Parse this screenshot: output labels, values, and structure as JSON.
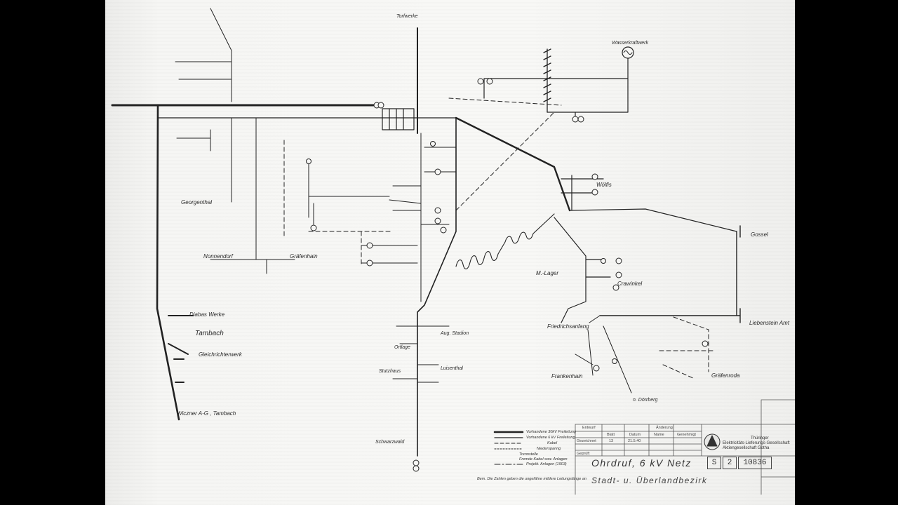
{
  "title": "Ohrdruf,   6 kV  Netz",
  "subtitle": "Stadt- u. Überlandbezirk",
  "drawing_number": {
    "prefix": "S",
    "series": "2",
    "number": "10836"
  },
  "company": {
    "line1": "Thüringer",
    "line2": "Elektricitäts-Lieferungs-Gesellschaft",
    "line3": "Aktiengesellschaft Gotha"
  },
  "title_block": {
    "entwurf": "Entwurf",
    "aenderung": "Änderung",
    "blatt": "Blatt",
    "datum": "Datum",
    "name": "Name",
    "genehmigt": "Genehmigt",
    "gezeichnet": "Gezeichnet",
    "gezeichnet_blatt": "13",
    "gezeichnet_datum": "21.5.40",
    "geprueft": "Geprüft"
  },
  "legend": {
    "line_30kv": "Vorhandene 30kV Freileitung",
    "line_6kv": "Vorhandene 6 kV Freileitung",
    "kabel": "Kabel",
    "niederspannung": "Niederspanng",
    "trennstelle": "Trennstelle",
    "fremde": "Fremde Kabel  sow. Anlagen",
    "projekt": "Projekt. Anlagen  (1903)"
  },
  "note": "Bem. Die Zahlen geben die ungefähre mittlere Leitungslänge an",
  "places": {
    "torfwerke": "Torfwerke",
    "wasserkraftwerk": "Wasserkraftwerk",
    "georgenthal": "Georgenthal",
    "nonnendorf": "Nonnendorf",
    "graefenhain": "Gräfenhain",
    "diabas_werke": "Diabas Werke",
    "tambach": "Tambach",
    "gleichrichterwerk": "Gleichrichterwerk",
    "wiczner": "Wiczner A-G , Tambach",
    "woelfis": "Wölfis",
    "gossel": "Gossel",
    "crawinkel": "Crawinkel",
    "m_lager": "M.-Lager",
    "friedrichsanfang": "Friedrichsanfang",
    "frankenhain": "Frankenhain",
    "graefenroda": "Gräfenroda",
    "liebenstein": "Liebenstein Amt",
    "doerrberg": "n. Dörrberg",
    "stutzhaus": "Stutzhaus",
    "luisenthal": "Luisenthal",
    "schwarzwald": "Schwarzwald",
    "ortlage": "Ortlage",
    "aug_stadion": "Aug. Stadion"
  },
  "colors": {
    "ink": "#222222",
    "paper": "#f6f6f4",
    "border": "#000000"
  }
}
